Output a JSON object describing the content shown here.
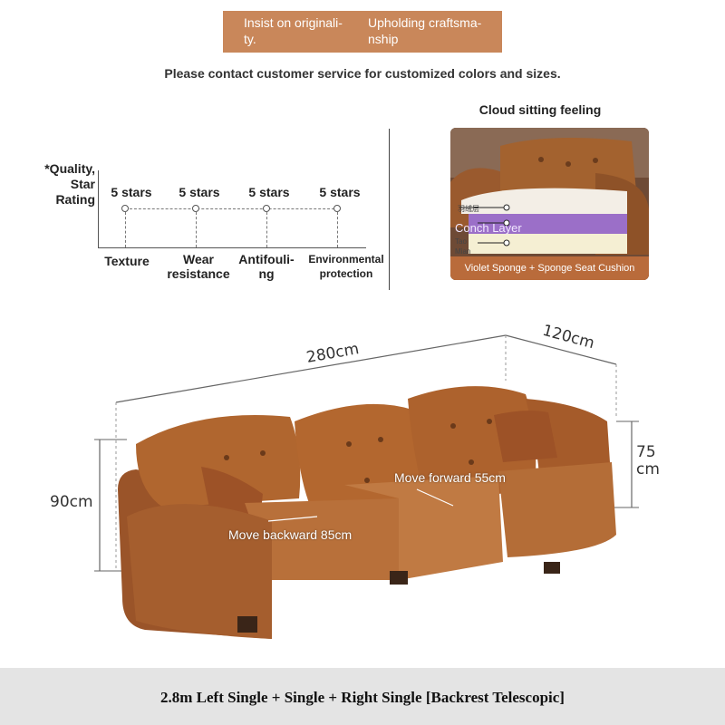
{
  "banner": {
    "left": "Insist on originali-\nty.",
    "right": "Upholding craftsma-\nnship"
  },
  "notice": "Please contact customer service for customized colors and sizes.",
  "rating": {
    "label": "*Quality,\nStar\nRating",
    "items": [
      {
        "value": "5 stars",
        "category": "Texture"
      },
      {
        "value": "5 stars",
        "category": "Wear\nresistance"
      },
      {
        "value": "5 stars",
        "category": "Antifouli-\nng"
      },
      {
        "value": "5 stars",
        "category": "Environmental\nprotection"
      }
    ]
  },
  "cushion": {
    "title": "Cloud sitting feeling",
    "caption": "Violet Sponge + Sponge Seat Cushion",
    "layer_top": "羽绒层",
    "layer_conch": "Conch Layer",
    "layer_tao": "Tao",
    "layer_mian": "Mian",
    "colors": {
      "accent": "#b96b3b",
      "violet": "#9b6fc8"
    }
  },
  "dimensions": {
    "length": "280cm",
    "depth": "120cm",
    "height": "90cm",
    "seat_height": "75\ncm"
  },
  "movement": {
    "forward": "Move forward 55cm",
    "backward": "Move backward 85cm"
  },
  "caption": "2.8m Left Single + Single + Right Single [Backrest Telescopic]",
  "colors": {
    "banner": "#c9875a",
    "leather": "#a0582b",
    "caption_bar": "#e4e4e4"
  }
}
